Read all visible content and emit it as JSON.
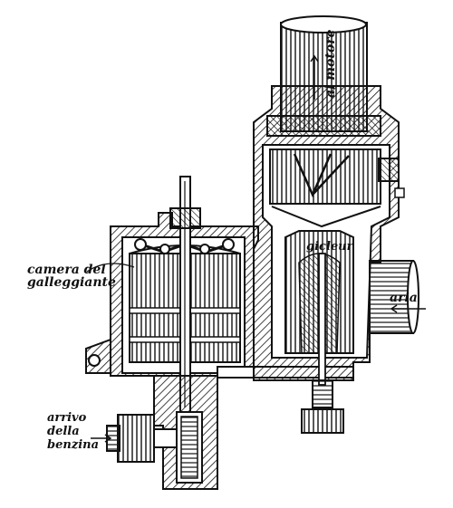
{
  "labels": {
    "al_motore": "al motore",
    "camera_line1": "camera del",
    "camera_line2": "galleggiante",
    "arrivo_line1": "arrivo",
    "arrivo_line2": "della",
    "arrivo_line3": "benzina",
    "gicleur": "gicleur",
    "aria": "aria"
  }
}
